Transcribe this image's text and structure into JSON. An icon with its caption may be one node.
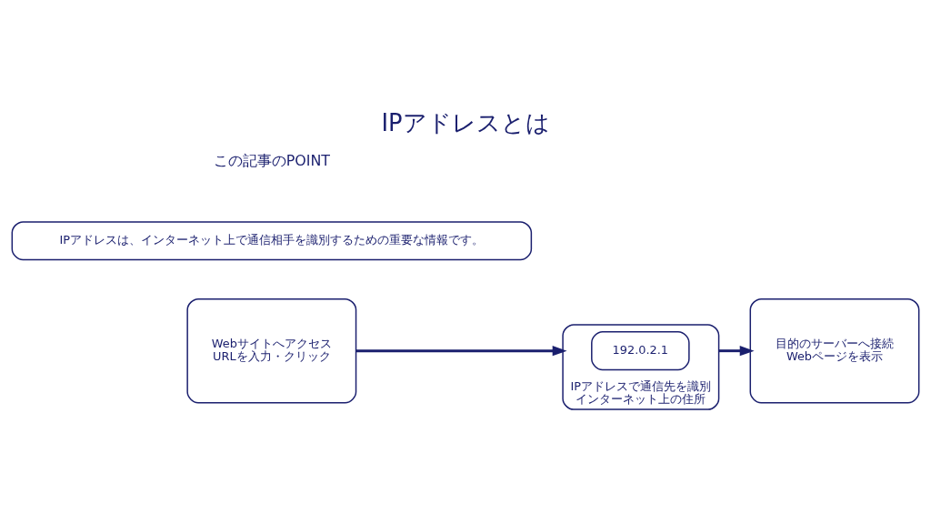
{
  "diagram": {
    "title": "IPアドレスとは",
    "nodes": [
      {
        "text": [
          "Webサイトへアクセス",
          "URLを入力・クリック"
        ]
      },
      {
        "text": [
          "IPアドレスで通信先を識別",
          "インターネット上の住所"
        ]
      },
      {
        "text": [
          "192.0.2.1"
        ],
        "in": 1
      },
      {
        "text": [
          "目的のサーバーへ接続",
          "Webページを表示"
        ]
      },
      {
        "text": [
          "IPアドレスは、インターネット上で通信相手を識別するための重要な情報です。"
        ]
      }
    ],
    "edges": [
      {
        "from": 0,
        "to": 1,
        "arrow": "to"
      },
      {
        "from": 1,
        "to": 3,
        "arrow": "to"
      }
    ],
    "labels": [
      "この記事のPOINT"
    ]
  }
}
